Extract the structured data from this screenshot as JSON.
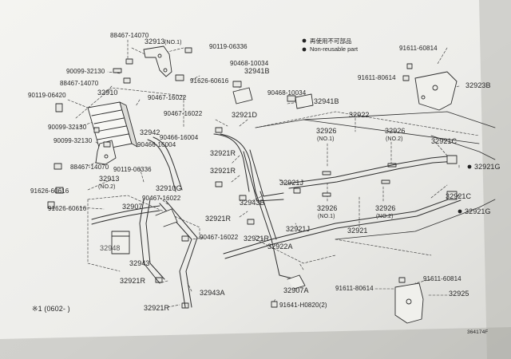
{
  "legend": {
    "items": [
      {
        "symbol": "filled-dot",
        "text": "再使用不可部品"
      },
      {
        "symbol": "filled-dot",
        "text": "Non-reusable part"
      }
    ]
  },
  "footnote": "※1  (0602-     )",
  "figure_code": "364174F",
  "labels": [
    {
      "id": "l01",
      "text": "88467-14070"
    },
    {
      "id": "l02",
      "text": "32913"
    },
    {
      "id": "l03",
      "text": "(NO.1)"
    },
    {
      "id": "l04",
      "text": "90119-06336"
    },
    {
      "id": "l05",
      "text": "90099-32130"
    },
    {
      "id": "l06",
      "text": "88467-14070"
    },
    {
      "id": "l07",
      "text": "90119-06420"
    },
    {
      "id": "l08",
      "text": "32910"
    },
    {
      "id": "l09",
      "text": "90099-32130"
    },
    {
      "id": "l10",
      "text": "91626-60616"
    },
    {
      "id": "l11",
      "text": "90468-10034"
    },
    {
      "id": "l12",
      "text": "32941B"
    },
    {
      "id": "l13",
      "text": "90468-10034"
    },
    {
      "id": "l14",
      "text": "32941B"
    },
    {
      "id": "l15",
      "text": "90467-16022"
    },
    {
      "id": "l16",
      "text": "90467-16022"
    },
    {
      "id": "l17",
      "text": "32921D"
    },
    {
      "id": "l18",
      "text": "32942"
    },
    {
      "id": "l19",
      "text": "90466-16004"
    },
    {
      "id": "l20",
      "text": "90466-16004"
    },
    {
      "id": "l21",
      "text": "90099-32130"
    },
    {
      "id": "l22",
      "text": "32921R"
    },
    {
      "id": "l23",
      "text": "88467-14070"
    },
    {
      "id": "l24",
      "text": "90119-06336"
    },
    {
      "id": "l25",
      "text": "32913"
    },
    {
      "id": "l26",
      "text": "(NO.2)"
    },
    {
      "id": "l27",
      "text": "32921R"
    },
    {
      "id": "l28",
      "text": "91626-60616"
    },
    {
      "id": "l29",
      "text": "32910G"
    },
    {
      "id": "l30",
      "text": "90467-16022"
    },
    {
      "id": "l31",
      "text": "91626-60616"
    },
    {
      "id": "l32",
      "text": "32907"
    },
    {
      "id": "l33",
      "text": "32943B"
    },
    {
      "id": "l34",
      "text": "32921J"
    },
    {
      "id": "l35",
      "text": "32921R"
    },
    {
      "id": "l36",
      "text": "32921J"
    },
    {
      "id": "l37",
      "text": "32948"
    },
    {
      "id": "l38",
      "text": "90467-16022"
    },
    {
      "id": "l39",
      "text": "32921R"
    },
    {
      "id": "l40",
      "text": "32922A"
    },
    {
      "id": "l41",
      "text": "32943"
    },
    {
      "id": "l42",
      "text": "32921R"
    },
    {
      "id": "l43",
      "text": "32943A"
    },
    {
      "id": "l44",
      "text": "32907A"
    },
    {
      "id": "l45",
      "text": "32921R"
    },
    {
      "id": "l46",
      "text": "91641-H0820(2)"
    },
    {
      "id": "l47",
      "text": "32922"
    },
    {
      "id": "l48",
      "text": "32926"
    },
    {
      "id": "l49",
      "text": "(NO.1)"
    },
    {
      "id": "l50",
      "text": "32926"
    },
    {
      "id": "l51",
      "text": "(NO.2)"
    },
    {
      "id": "l52",
      "text": "32926"
    },
    {
      "id": "l53",
      "text": "(NO.1)"
    },
    {
      "id": "l54",
      "text": "32926"
    },
    {
      "id": "l55",
      "text": "(NO.2)"
    },
    {
      "id": "l56",
      "text": "32921"
    },
    {
      "id": "l57",
      "text": "91611-60814"
    },
    {
      "id": "l58",
      "text": "91611-80614"
    },
    {
      "id": "l59",
      "text": "32923B"
    },
    {
      "id": "l60",
      "text": "32921C"
    },
    {
      "id": "l61",
      "text": "32921G"
    },
    {
      "id": "l62",
      "text": "32921C"
    },
    {
      "id": "l63",
      "text": "32921G"
    },
    {
      "id": "l64",
      "text": "91611-60814"
    },
    {
      "id": "l65",
      "text": "91611-80614"
    },
    {
      "id": "l66",
      "text": "32925"
    }
  ]
}
